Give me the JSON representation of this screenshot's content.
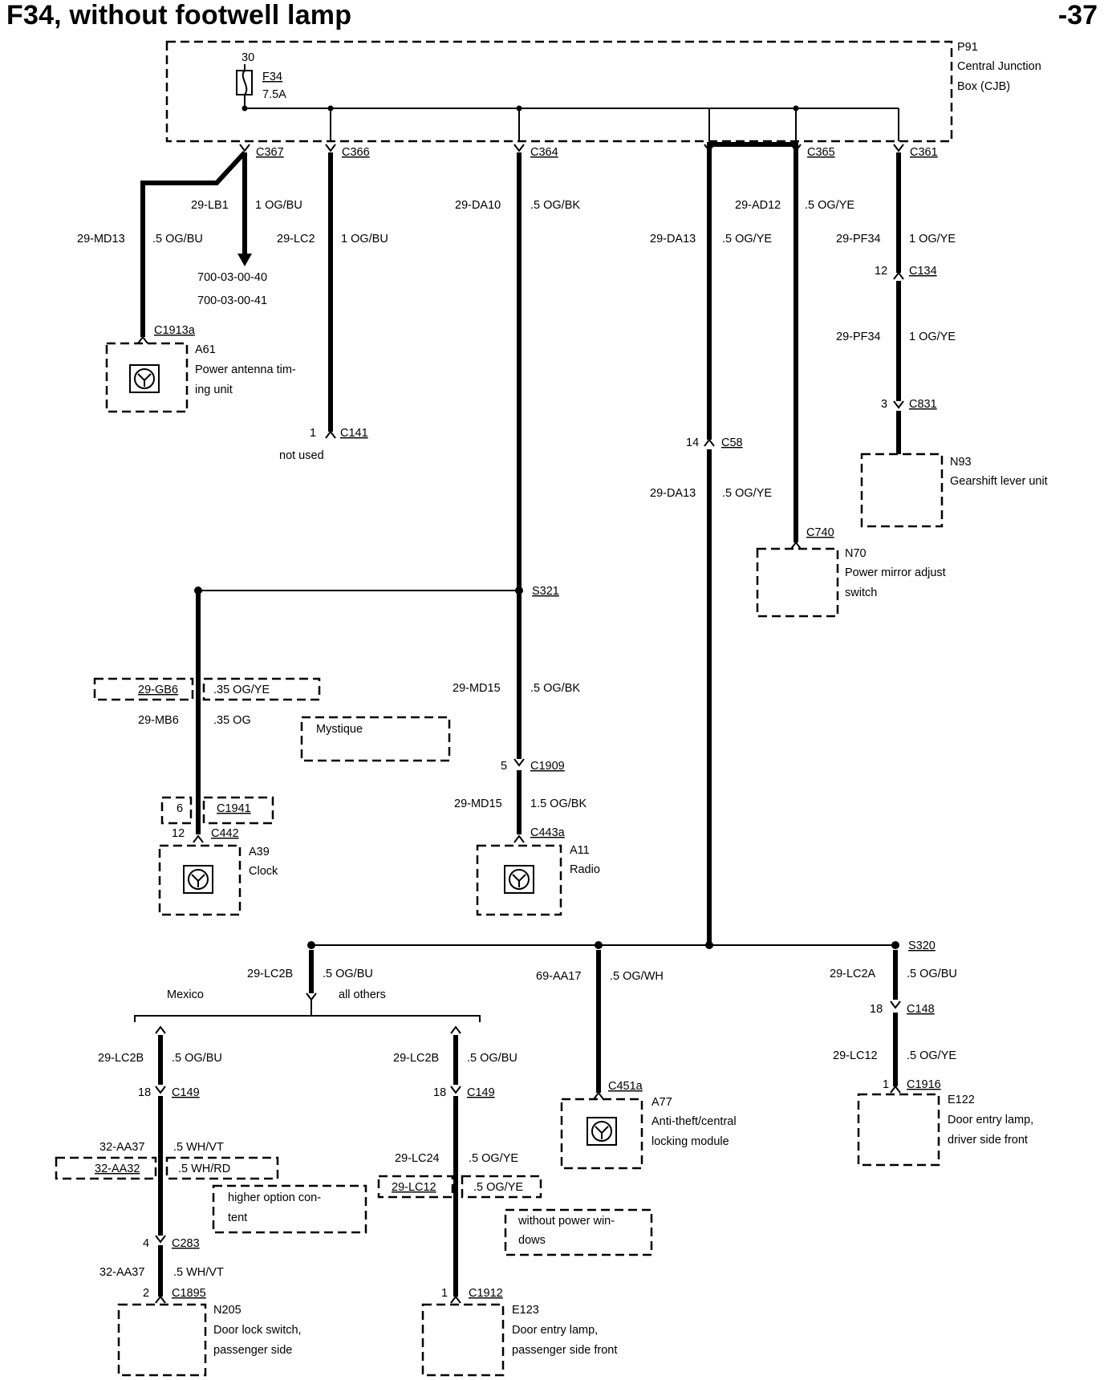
{
  "page": {
    "title": "F34, without footwell lamp",
    "page_number": "-37"
  },
  "cjb": {
    "ref": "P91",
    "name_line1": "Central Junction",
    "name_line2": "Box (CJB)",
    "pin": "30",
    "fuse_id": "F34",
    "fuse_rating": "7.5A"
  },
  "connectors": {
    "c367": "C367",
    "c366": "C366",
    "c364": "C364",
    "c365": "C365",
    "c361": "C361",
    "c1913a": "C1913a",
    "c141": "C141",
    "c141_pin": "1",
    "c141_note": "not used",
    "c134": "C134",
    "c134_pin": "12",
    "c831": "C831",
    "c831_pin": "3",
    "c58": "C58",
    "c58_pin": "14",
    "c740": "C740",
    "s321": "S321",
    "s320": "S320",
    "c1909": "C1909",
    "c1909_pin": "5",
    "c443a": "C443a",
    "c1941": "C1941",
    "c1941_pin": "6",
    "c442": "C442",
    "c442_pin": "12",
    "c149_left": "C149",
    "c149_left_pin": "18",
    "c149_mid": "C149",
    "c149_mid_pin": "18",
    "c148": "C148",
    "c148_pin": "18",
    "c1916": "C1916",
    "c1916_pin": "1",
    "c451a": "C451a",
    "c283": "C283",
    "c283_pin": "4",
    "c1895": "C1895",
    "c1895_pin": "2",
    "c1912": "C1912",
    "c1912_pin": "1"
  },
  "wires": {
    "lb1_id": "29-LB1",
    "lb1_spec": "1 OG/BU",
    "md13_id": "29-MD13",
    "md13_spec": ".5 OG/BU",
    "lc2_id": "29-LC2",
    "lc2_spec": "1 OG/BU",
    "da10_id": "29-DA10",
    "da10_spec": ".5 OG/BK",
    "ad12_id": "29-AD12",
    "ad12_spec": ".5 OG/YE",
    "da13_id": "29-DA13",
    "da13_spec": ".5 OG/YE",
    "pf34a_id": "29-PF34",
    "pf34a_spec": "1 OG/YE",
    "pf34b_id": "29-PF34",
    "pf34b_spec": "1 OG/YE",
    "da13b_id": "29-DA13",
    "da13b_spec": ".5 OG/YE",
    "gb6_id": "29-GB6",
    "gb6_spec": ".35 OG/YE",
    "mb6_id": "29-MB6",
    "mb6_spec": ".35 OG",
    "md15a_id": "29-MD15",
    "md15a_spec": ".5 OG/BK",
    "md15b_id": "29-MD15",
    "md15b_spec": "1.5 OG/BK",
    "lc2b_id": "29-LC2B",
    "lc2b_spec": ".5 OG/BU",
    "aa17_id": "69-AA17",
    "aa17_spec": ".5 OG/WH",
    "lc2a_id": "29-LC2A",
    "lc2a_spec": ".5 OG/BU",
    "lc2b_left_id": "29-LC2B",
    "lc2b_left_spec": ".5 OG/BU",
    "lc2b_mid_id": "29-LC2B",
    "lc2b_mid_spec": ".5 OG/BU",
    "lc12_right_id": "29-LC12",
    "lc12_right_spec": ".5 OG/YE",
    "aa37a_id": "32-AA37",
    "aa37a_spec": ".5 WH/VT",
    "aa32_id": "32-AA32",
    "aa32_spec": ".5 WH/RD",
    "aa37b_id": "32-AA37",
    "aa37b_spec": ".5 WH/VT",
    "lc24_id": "29-LC24",
    "lc24_spec": ".5 OG/YE",
    "lc12_mid_id": "29-LC12",
    "lc12_mid_spec": ".5 OG/YE"
  },
  "refs": {
    "ref1": "700-03-00-40",
    "ref2": "700-03-00-41"
  },
  "notes": {
    "mystique": "Mystique",
    "mexico": "Mexico",
    "all_others": "all others",
    "higher1": "higher option con-",
    "higher2": "tent",
    "without1": "without power win-",
    "without2": "dows"
  },
  "components": {
    "a61": {
      "ref": "A61",
      "line1": "Power antenna tim-",
      "line2": "ing unit"
    },
    "n93": {
      "ref": "N93",
      "line1": "Gearshift lever unit"
    },
    "n70": {
      "ref": "N70",
      "line1": "Power mirror adjust",
      "line2": "switch"
    },
    "a39": {
      "ref": "A39",
      "line1": "Clock"
    },
    "a11": {
      "ref": "A11",
      "line1": "Radio"
    },
    "a77": {
      "ref": "A77",
      "line1": "Anti-theft/central",
      "line2": "locking module"
    },
    "e122": {
      "ref": "E122",
      "line1": "Door entry lamp,",
      "line2": "driver side front"
    },
    "n205": {
      "ref": "N205",
      "line1": "Door lock switch,",
      "line2": "passenger side"
    },
    "e123": {
      "ref": "E123",
      "line1": "Door entry lamp,",
      "line2": "passenger side front"
    }
  }
}
